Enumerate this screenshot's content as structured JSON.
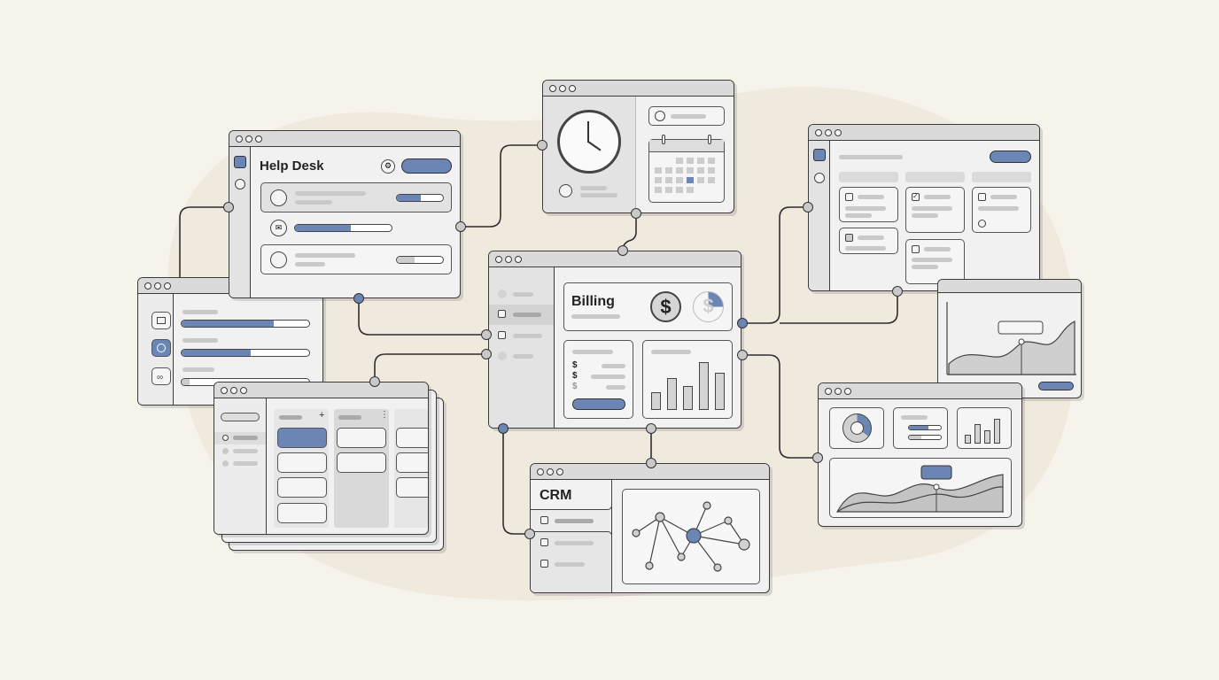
{
  "helpdesk": {
    "title": "Help Desk"
  },
  "billing": {
    "title": "Billing",
    "currency_symbol": "$",
    "dollar_rows": [
      "$",
      "$",
      "$"
    ]
  },
  "crm": {
    "title": "CRM"
  },
  "colors": {
    "background": "#f6f3eb",
    "accent": "#6b86b5",
    "border": "#3b3b3b"
  }
}
